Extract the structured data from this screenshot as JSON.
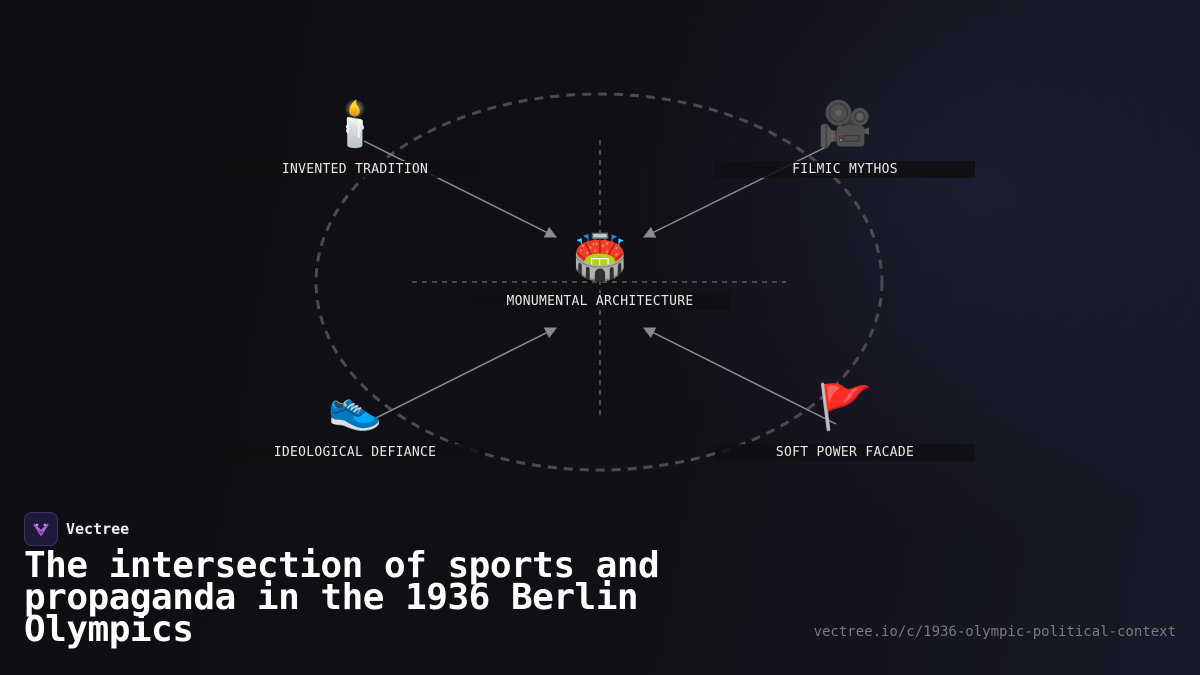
{
  "diagram": {
    "center": {
      "label": "MONUMENTAL ARCHITECTURE",
      "icon": "stadium-icon",
      "glyph": "🏟️"
    },
    "nodes": [
      {
        "id": "invented-tradition",
        "label": "INVENTED TRADITION",
        "icon": "candle-icon",
        "glyph": "🕯️"
      },
      {
        "id": "filmic-mythos",
        "label": "FILMIC MYTHOS",
        "icon": "movie-camera-icon",
        "glyph": "🎥"
      },
      {
        "id": "ideological-defiance",
        "label": "IDEOLOGICAL DEFIANCE",
        "icon": "running-shoe-icon",
        "glyph": "👟"
      },
      {
        "id": "soft-power-facade",
        "label": "SOFT POWER FACADE",
        "icon": "flag-icon",
        "glyph": "🚩"
      }
    ]
  },
  "brand": {
    "name": "Vectree",
    "logo_icon": "vectree-logo-icon"
  },
  "title": "The intersection of sports and propaganda in the 1936 Berlin Olympics",
  "url": "vectree.io/c/1936-olympic-political-context",
  "colors": {
    "background": "#0f0f13",
    "line": "#8a8a8f",
    "ellipse": "#4a4a4f",
    "brand_logo": "#a45bd8"
  }
}
